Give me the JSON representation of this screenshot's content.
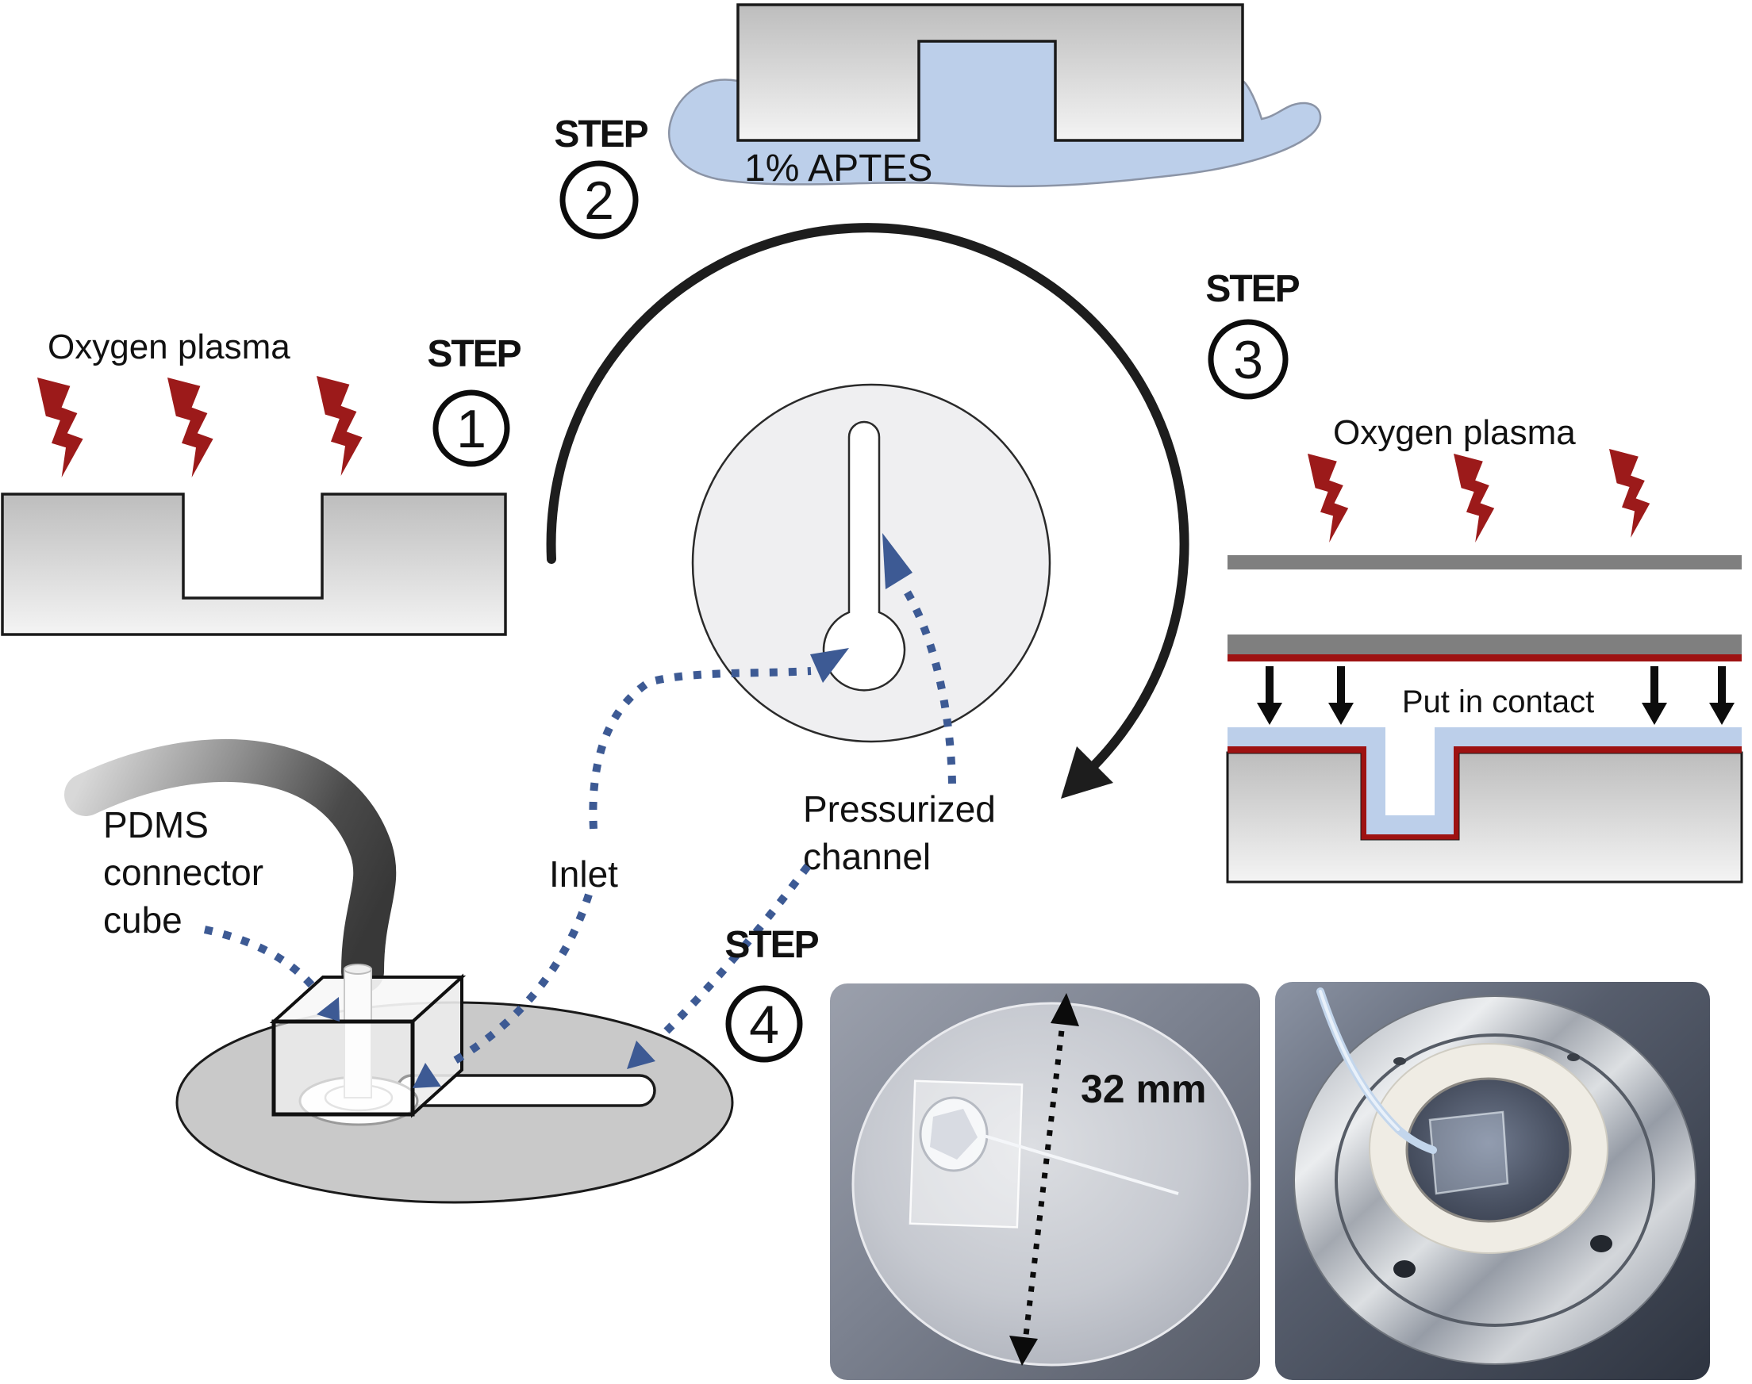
{
  "steps": [
    {
      "label": "STEP",
      "number": "1"
    },
    {
      "label": "STEP",
      "number": "2"
    },
    {
      "label": "STEP",
      "number": "3"
    },
    {
      "label": "STEP",
      "number": "4"
    }
  ],
  "labels": {
    "oxygen_plasma_left": "Oxygen plasma",
    "oxygen_plasma_right": "Oxygen plasma",
    "aptes": "1% APTES",
    "put_in_contact": "Put in contact",
    "pressurized_line1": "Pressurized",
    "pressurized_line2": "channel",
    "inlet": "Inlet",
    "pdms_line1": "PDMS",
    "pdms_line2": "connector",
    "pdms_line3": "cube",
    "diameter": "32 mm"
  },
  "colors": {
    "plasma_red": "#9C1A1A",
    "activated_red": "#9E1212",
    "aptes_blue": "#BCCFEA",
    "annotation_blue": "#3D5A94",
    "glass_gray": "#7F7F7F",
    "block_gray_top": "#BDBDBD",
    "block_gray_bottom": "#F4F4F4"
  },
  "icons": {
    "lightning-bolt-icon": "red zigzag lightning polygon",
    "process-cycle-arrow-icon": "thick black clockwise arc with solid arrowhead",
    "dashed-pointer-icon": "dotted blue curve ending in solid triangle arrowhead",
    "down-arrow-icon": "solid black downward bonding arrow",
    "measure-arrow-icon": "black dotted double-headed diameter arrow"
  }
}
